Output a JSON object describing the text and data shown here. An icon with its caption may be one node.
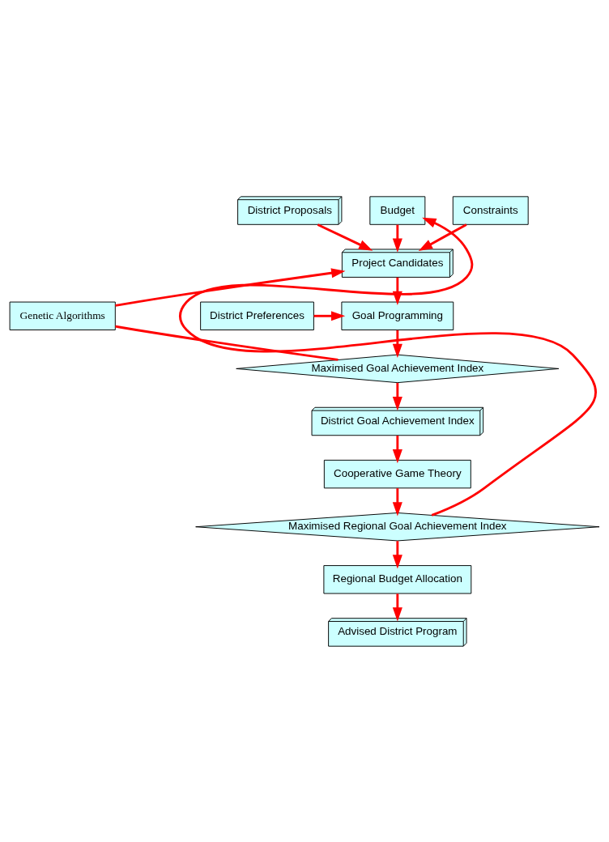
{
  "diagram": {
    "nodes": [
      {
        "text": [
          "District Proposals"
        ]
      },
      {
        "text": [
          "Constraints"
        ]
      },
      {
        "text": [
          "Budget"
        ]
      },
      {
        "text": [
          "Project Candidates"
        ]
      },
      {
        "text": [
          "District Preferences"
        ]
      },
      {
        "text": [
          "Goal Programming"
        ]
      },
      {
        "text": [
          "Genetic Algorithms"
        ]
      },
      {
        "text": [
          "Maximised Goal Achievement Index"
        ]
      },
      {
        "text": [
          "District Goal Achievement Index"
        ]
      },
      {
        "text": [
          "Cooperative Game Theory"
        ]
      },
      {
        "text": [
          "Maximised Regional Goal Achievement Index"
        ]
      },
      {
        "text": [
          "Regional Budget Allocation"
        ]
      },
      {
        "text": [
          "Advised District Program"
        ]
      }
    ],
    "edges": [
      {
        "from": 0,
        "to": 3,
        "arrow": "to"
      },
      {
        "from": 1,
        "to": 3,
        "arrow": "to"
      },
      {
        "from": 2,
        "to": 3,
        "arrow": "to"
      },
      {
        "from": 3,
        "to": 5,
        "arrow": "to"
      },
      {
        "from": 4,
        "to": 5,
        "arrow": "to"
      },
      {
        "from": 5,
        "to": 7,
        "arrow": "to"
      },
      {
        "from": 7,
        "to": 6,
        "arrow": "none"
      },
      {
        "from": 6,
        "to": 3,
        "arrow": "to"
      },
      {
        "from": 7,
        "to": 8,
        "arrow": "to"
      },
      {
        "from": 8,
        "to": 9,
        "arrow": "to"
      },
      {
        "from": 9,
        "to": 10,
        "arrow": "to"
      },
      {
        "from": 10,
        "to": 2,
        "arrow": "to"
      },
      {
        "from": 10,
        "to": 11,
        "arrow": "to"
      },
      {
        "from": 11,
        "to": 12,
        "arrow": "to"
      }
    ]
  }
}
